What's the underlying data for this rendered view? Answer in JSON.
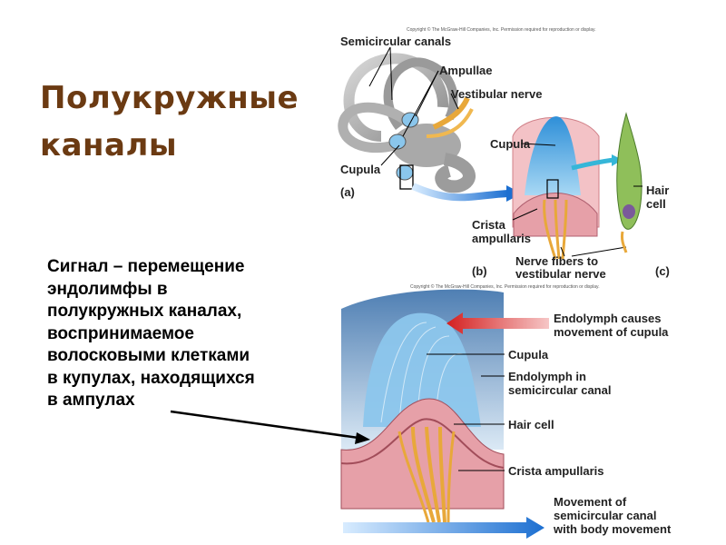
{
  "title": {
    "line1": "Полукружные",
    "line2": "каналы"
  },
  "body": {
    "lines": [
      "Сигнал – перемещение",
      "эндолимфы в",
      "полукружных каналах,",
      "воспринимаемое",
      "волосковыми клетками",
      "в купулах, находящихся",
      "в ампулах"
    ]
  },
  "copyright": "Copyright © The McGraw-Hill Companies, Inc. Permission required for reproduction or display.",
  "top_figure": {
    "labels": {
      "semicircular_canals": "Semicircular canals",
      "ampullae": "Ampullae",
      "vestibular_nerve": "Vestibular nerve",
      "cupula_a": "Cupula",
      "cupula_b": "Cupula",
      "crista_1": "Crista",
      "crista_2": "ampullaris",
      "nerve_fibers_1": "Nerve fibers to",
      "nerve_fibers_2": "vestibular nerve",
      "hair_cell_1": "Hair",
      "hair_cell_2": "cell"
    },
    "panels": {
      "a": "(a)",
      "b": "(b)",
      "c": "(c)"
    }
  },
  "bottom_figure": {
    "labels": {
      "endolymph_causes_1": "Endolymph causes",
      "endolymph_causes_2": "movement of cupula",
      "cupula": "Cupula",
      "endolymph_in_1": "Endolymph in",
      "endolymph_in_2": "semicircular canal",
      "hair_cell": "Hair cell",
      "crista": "Crista ampullaris",
      "movement_1": "Movement of",
      "movement_2": "semicircular canal",
      "movement_3": "with body movement"
    }
  },
  "colors": {
    "title": "#6b3a12",
    "red_arrow": "#d42020",
    "blue_arrow": "#1c6fd1",
    "cupula_blue": "#7fc0ec",
    "tissue_pink": "#e6a0a8",
    "nerve_yellow": "#e8a83a"
  }
}
